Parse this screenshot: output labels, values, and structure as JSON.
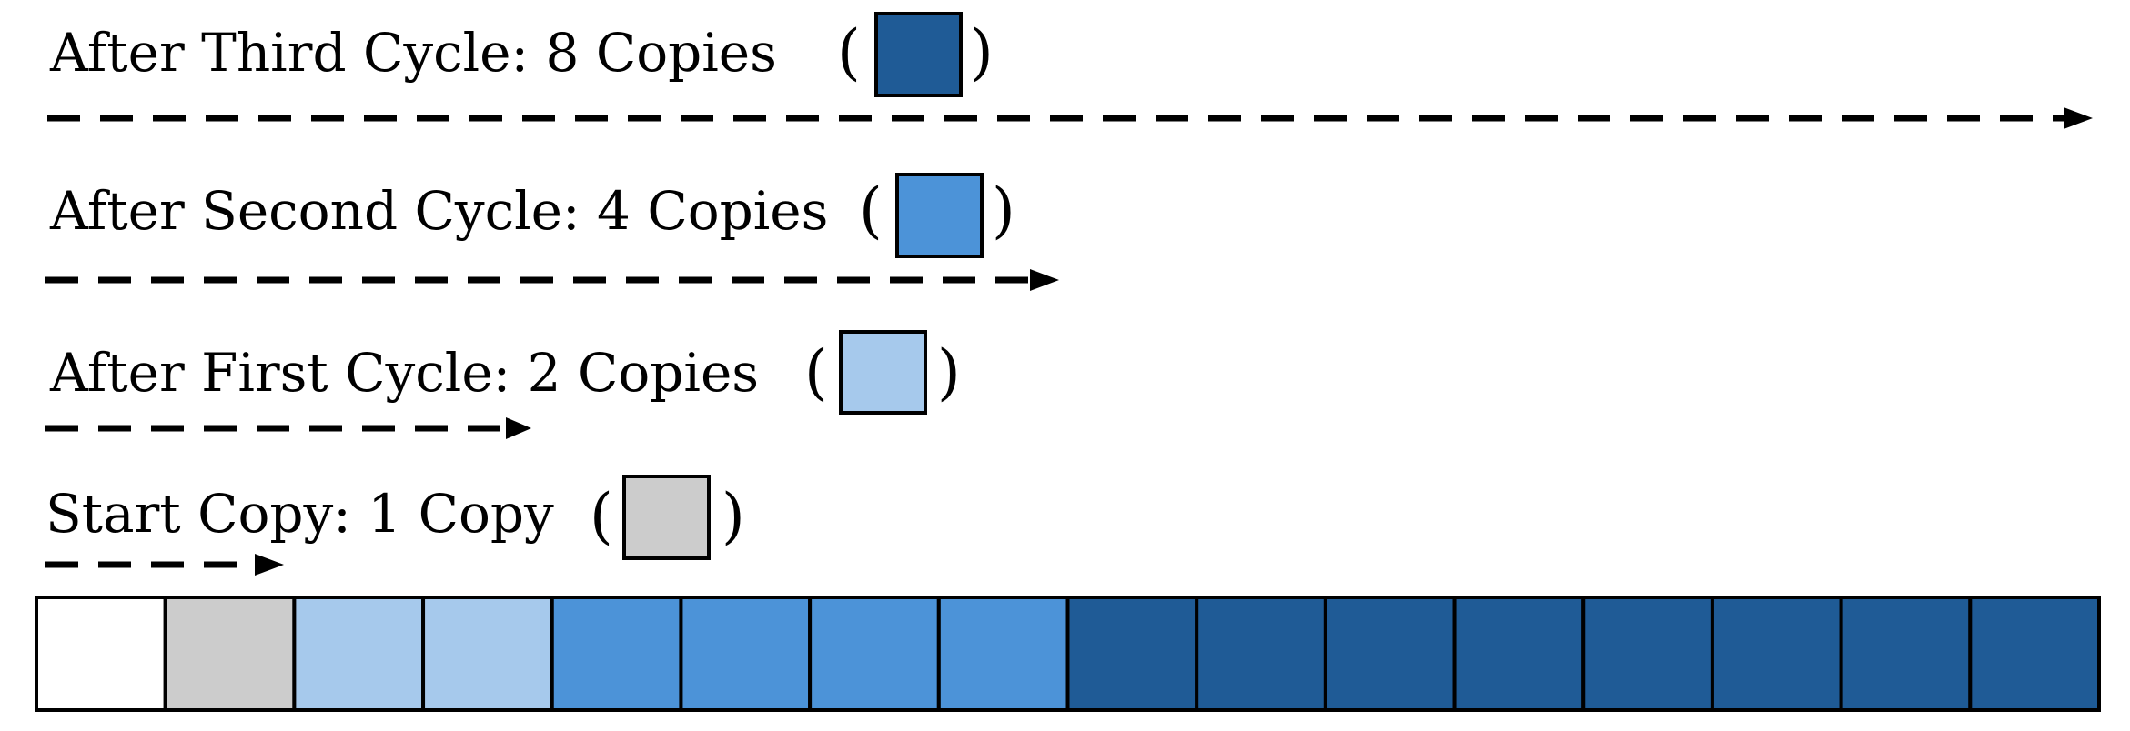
{
  "rows": [
    {
      "label": "After Third Cycle: 8 Copies",
      "swatch_color": "#1f5b96"
    },
    {
      "label": "After Second Cycle: 4 Copies",
      "swatch_color": "#4c93d8"
    },
    {
      "label": "After First Cycle: 2 Copies",
      "swatch_color": "#a6c9ec"
    },
    {
      "label": "Start Copy: 1 Copy",
      "swatch_color": "#cccccc"
    }
  ],
  "paren_open": "(",
  "paren_close": ")",
  "cells": [
    {
      "color": "#ffffff"
    },
    {
      "color": "#cccccc"
    },
    {
      "color": "#a6c9ec"
    },
    {
      "color": "#a6c9ec"
    },
    {
      "color": "#4c93d8"
    },
    {
      "color": "#4c93d8"
    },
    {
      "color": "#4c93d8"
    },
    {
      "color": "#4c93d8"
    },
    {
      "color": "#1f5b96"
    },
    {
      "color": "#1f5b96"
    },
    {
      "color": "#1f5b96"
    },
    {
      "color": "#1f5b96"
    },
    {
      "color": "#1f5b96"
    },
    {
      "color": "#1f5b96"
    },
    {
      "color": "#1f5b96"
    },
    {
      "color": "#1f5b96"
    }
  ]
}
